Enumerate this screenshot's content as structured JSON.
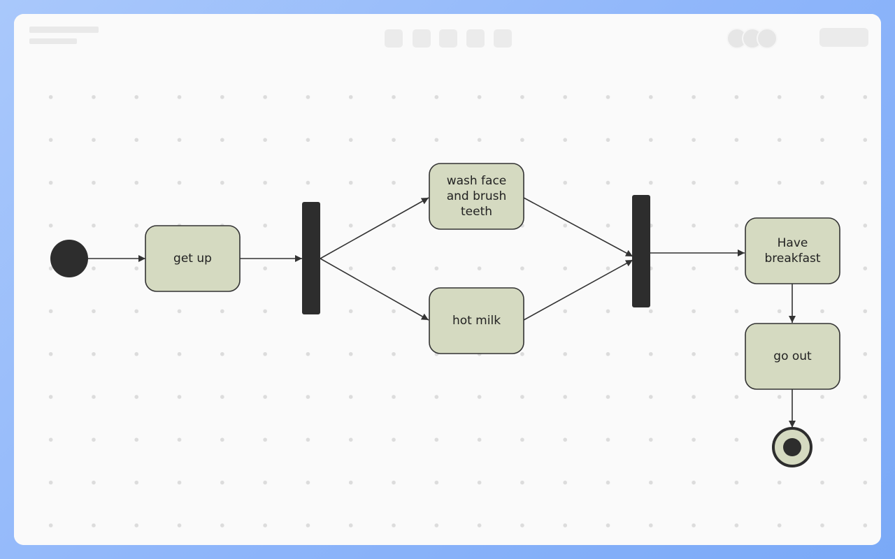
{
  "toolbar": {
    "tool_icons": [
      "tool-1-icon",
      "tool-2-icon",
      "tool-3-icon",
      "tool-4-icon",
      "tool-5-icon"
    ]
  },
  "diagram": {
    "type": "uml-activity",
    "colors": {
      "node_fill": "#d5dac1",
      "stroke": "#333333",
      "bar_fill": "#2d2d2d",
      "text": "#222222"
    },
    "nodes": [
      {
        "id": "start",
        "kind": "initial"
      },
      {
        "id": "get-up",
        "kind": "action",
        "label": "get up"
      },
      {
        "id": "fork",
        "kind": "fork-bar"
      },
      {
        "id": "wash",
        "kind": "action",
        "label": [
          "wash face",
          "and brush",
          "teeth"
        ]
      },
      {
        "id": "milk",
        "kind": "action",
        "label": "hot milk"
      },
      {
        "id": "join",
        "kind": "join-bar"
      },
      {
        "id": "breakfast",
        "kind": "action",
        "label": [
          "Have",
          "breakfast"
        ]
      },
      {
        "id": "go-out",
        "kind": "action",
        "label": "go out"
      },
      {
        "id": "end",
        "kind": "final"
      }
    ],
    "edges": [
      {
        "from": "start",
        "to": "get-up"
      },
      {
        "from": "get-up",
        "to": "fork"
      },
      {
        "from": "fork",
        "to": "wash"
      },
      {
        "from": "fork",
        "to": "milk"
      },
      {
        "from": "wash",
        "to": "join"
      },
      {
        "from": "milk",
        "to": "join"
      },
      {
        "from": "join",
        "to": "breakfast"
      },
      {
        "from": "breakfast",
        "to": "go-out"
      },
      {
        "from": "go-out",
        "to": "end"
      }
    ]
  }
}
